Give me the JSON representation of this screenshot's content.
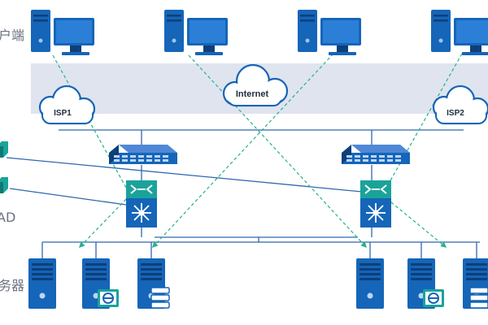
{
  "labels": {
    "clients": "户端",
    "ad": "AD",
    "servers": "务器"
  },
  "clouds": {
    "internet": "Internet",
    "isp1": "ISP1",
    "isp2": "ISP2"
  },
  "icons": {
    "client": "desktop-computer-icon",
    "router": "router-icon",
    "switch": "core-switch-icon",
    "server": "server-tower-icon",
    "browser": "browser-e-icon"
  },
  "colors": {
    "device_blue": "#1565b8",
    "device_dark": "#0d3f7a",
    "switch_teal": "#1aa39a",
    "link_line": "#2f68b0",
    "dashed_line": "#25b28e",
    "band": "#dfe4ef"
  }
}
